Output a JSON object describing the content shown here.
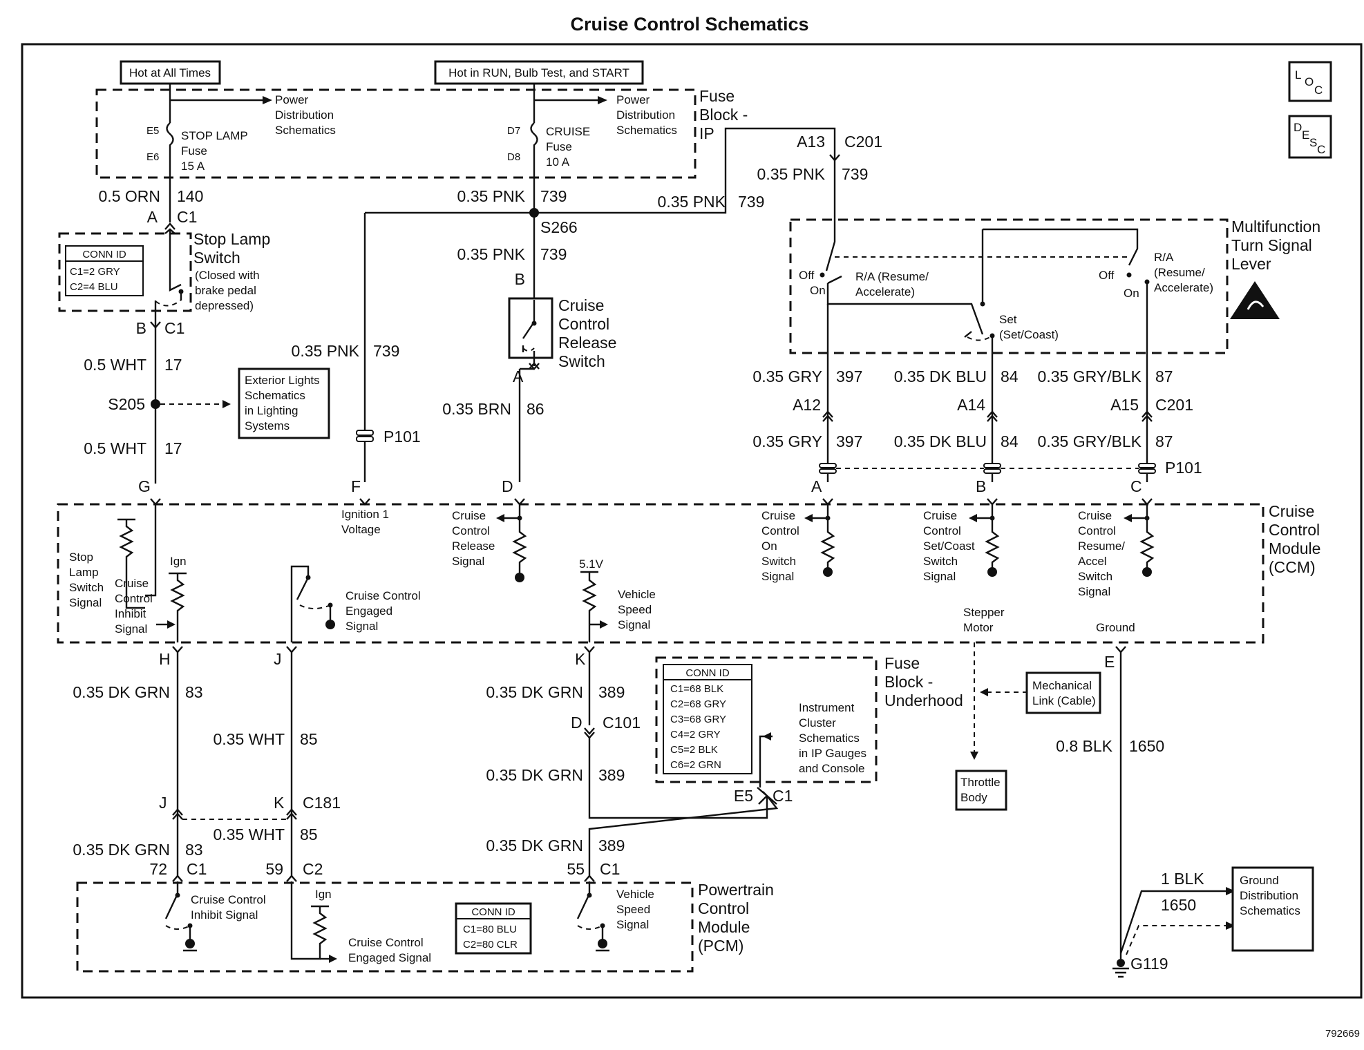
{
  "title": "Cruise Control Schematics",
  "figure_id": "792669",
  "header_boxes": {
    "hot_all_times": "Hot at All Times",
    "hot_run": "Hot in RUN, Bulb Test, and START"
  },
  "icons": {
    "loc": "LOC",
    "desc": "DESC",
    "warning": "esd-warning-icon"
  },
  "fuse_block_ip": {
    "label": [
      "Fuse",
      "Block -",
      "IP"
    ],
    "stop_fuse": {
      "pins": [
        "E5",
        "E6"
      ],
      "name": [
        "STOP LAMP",
        "Fuse",
        "15 A"
      ]
    },
    "cruise_fuse": {
      "pins": [
        "D7",
        "D8"
      ],
      "name": [
        "CRUISE",
        "Fuse",
        "10 A"
      ]
    },
    "power_dist_1": [
      "Power",
      "Distribution",
      "Schematics"
    ],
    "power_dist_2": [
      "Power",
      "Distribution",
      "Schematics"
    ]
  },
  "stop_lamp_switch": {
    "label": [
      "Stop Lamp",
      "Switch"
    ],
    "note": [
      "(Closed with",
      "brake pedal",
      "depressed)"
    ],
    "conn_id": {
      "title": "CONN ID",
      "rows": [
        "C1=2 GRY",
        "C2=4 BLU"
      ]
    }
  },
  "exterior_lights_box": [
    "Exterior Lights",
    "Schematics",
    "in Lighting",
    "Systems"
  ],
  "cruise_release_switch": [
    "Cruise",
    "Control",
    "Release",
    "Switch"
  ],
  "multifunction": {
    "label": [
      "Multifunction",
      "Turn Signal",
      "Lever"
    ],
    "off": "Off",
    "on": "On",
    "ra_left": [
      "R/A (Resume/",
      "Accelerate)"
    ],
    "ra_right": [
      "R/A",
      "(Resume/",
      "Accelerate)"
    ],
    "set": [
      "Set",
      "(Set/Coast)"
    ]
  },
  "ccm": {
    "label": [
      "Cruise",
      "Control",
      "Module",
      "(CCM)"
    ],
    "stop_lamp_signal": [
      "Stop",
      "Lamp",
      "Switch",
      "Signal"
    ],
    "inhibit_signal": [
      "Cruise",
      "Control",
      "Inhibit",
      "Signal"
    ],
    "ign": "Ign",
    "engaged_signal": [
      "Cruise Control",
      "Engaged",
      "Signal"
    ],
    "ignition_voltage": [
      "Ignition 1",
      "Voltage"
    ],
    "release_signal": [
      "Cruise",
      "Control",
      "Release",
      "Signal"
    ],
    "v51": "5.1V",
    "vss": [
      "Vehicle",
      "Speed",
      "Signal"
    ],
    "on_switch": [
      "Cruise",
      "Control",
      "On",
      "Switch",
      "Signal"
    ],
    "set_switch": [
      "Cruise",
      "Control",
      "Set/Coast",
      "Switch",
      "Signal"
    ],
    "resume_switch": [
      "Cruise",
      "Control",
      "Resume/",
      "Accel",
      "Switch",
      "Signal"
    ],
    "stepper": [
      "Stepper",
      "Motor"
    ],
    "ground": "Ground"
  },
  "fuse_block_underhood": {
    "label": [
      "Fuse",
      "Block -",
      "Underhood"
    ],
    "conn_id": {
      "title": "CONN ID",
      "rows": [
        "C1=68 BLK",
        "C2=68 GRY",
        "C3=68 GRY",
        "C4=2 GRY",
        "C5=2 BLK",
        "C6=2 GRN"
      ]
    },
    "ic_note": [
      "Instrument",
      "Cluster",
      "Schematics",
      "in IP Gauges",
      "and Console"
    ]
  },
  "mechanical_link": [
    "Mechanical",
    "Link (Cable)"
  ],
  "throttle_body": [
    "Throttle",
    "Body"
  ],
  "ground_dist": [
    "Ground",
    "Distribution",
    "Schematics"
  ],
  "pcm": {
    "label": [
      "Powertrain",
      "Control",
      "Module",
      "(PCM)"
    ],
    "inhibit": [
      "Cruise Control",
      "Inhibit Signal"
    ],
    "ign": "Ign",
    "engaged": [
      "Cruise Control",
      "Engaged Signal"
    ],
    "vss": [
      "Vehicle",
      "Speed",
      "Signal"
    ],
    "conn_id": {
      "title": "CONN ID",
      "rows": [
        "C1=80 BLU",
        "C2=80 CLR"
      ]
    }
  },
  "wires": {
    "w140": [
      "0.5 ORN",
      "140"
    ],
    "w739_a": [
      "0.35 PNK",
      "739"
    ],
    "w739_b": [
      "0.35 PNK",
      "739"
    ],
    "w739_c": [
      "0.35 PNK",
      "739"
    ],
    "w739_d": [
      "0.35 PNK",
      "739"
    ],
    "w739_e": [
      "0.35 PNK",
      "739"
    ],
    "w17_a": [
      "0.5 WHT",
      "17"
    ],
    "w17_b": [
      "0.5 WHT",
      "17"
    ],
    "w86": [
      "0.35 BRN",
      "86"
    ],
    "w397_a": [
      "0.35 GRY",
      "397"
    ],
    "w397_b": [
      "0.35 GRY",
      "397"
    ],
    "w84_a": [
      "0.35 DK BLU",
      "84"
    ],
    "w84_b": [
      "0.35 DK BLU",
      "84"
    ],
    "w87_a": [
      "0.35 GRY/BLK",
      "87"
    ],
    "w87_b": [
      "0.35 GRY/BLK",
      "87"
    ],
    "w83_a": [
      "0.35 DK GRN",
      "83"
    ],
    "w83_b": [
      "0.35 DK GRN",
      "83"
    ],
    "w85_a": [
      "0.35 WHT",
      "85"
    ],
    "w85_b": [
      "0.35 WHT",
      "85"
    ],
    "w389_a": [
      "0.35 DK GRN",
      "389"
    ],
    "w389_b": [
      "0.35 DK GRN",
      "389"
    ],
    "w389_c": [
      "0.35 DK GRN",
      "389"
    ],
    "w1650_a": [
      "0.8 BLK",
      "1650"
    ],
    "w1650_b": [
      "1 BLK",
      "1650"
    ]
  },
  "connectors": {
    "a_c1": [
      "A",
      "C1"
    ],
    "b_c1": [
      "B",
      "C1"
    ],
    "s205": "S205",
    "s266": "S266",
    "g": "G",
    "f": "F",
    "d": "D",
    "b": "B",
    "a": "A",
    "p101_left": "P101",
    "a13_c201": [
      "A13",
      "C201"
    ],
    "a12": "A12",
    "a14": "A14",
    "a15_c201": [
      "A15",
      "C201"
    ],
    "p101_right": "P101",
    "pa": "A",
    "pb": "B",
    "pc": "C",
    "h": "H",
    "j": "J",
    "k": "K",
    "e": "E",
    "d_c101": [
      "D",
      "C101"
    ],
    "j2": "J",
    "k_c181": [
      "K",
      "C181"
    ],
    "e5_c1": [
      "E5",
      "C1"
    ],
    "pcm_72_c1": [
      "72",
      "C1"
    ],
    "pcm_59_c2": [
      "59",
      "C2"
    ],
    "pcm_55_c1": [
      "55",
      "C1"
    ],
    "g119": "G119"
  }
}
